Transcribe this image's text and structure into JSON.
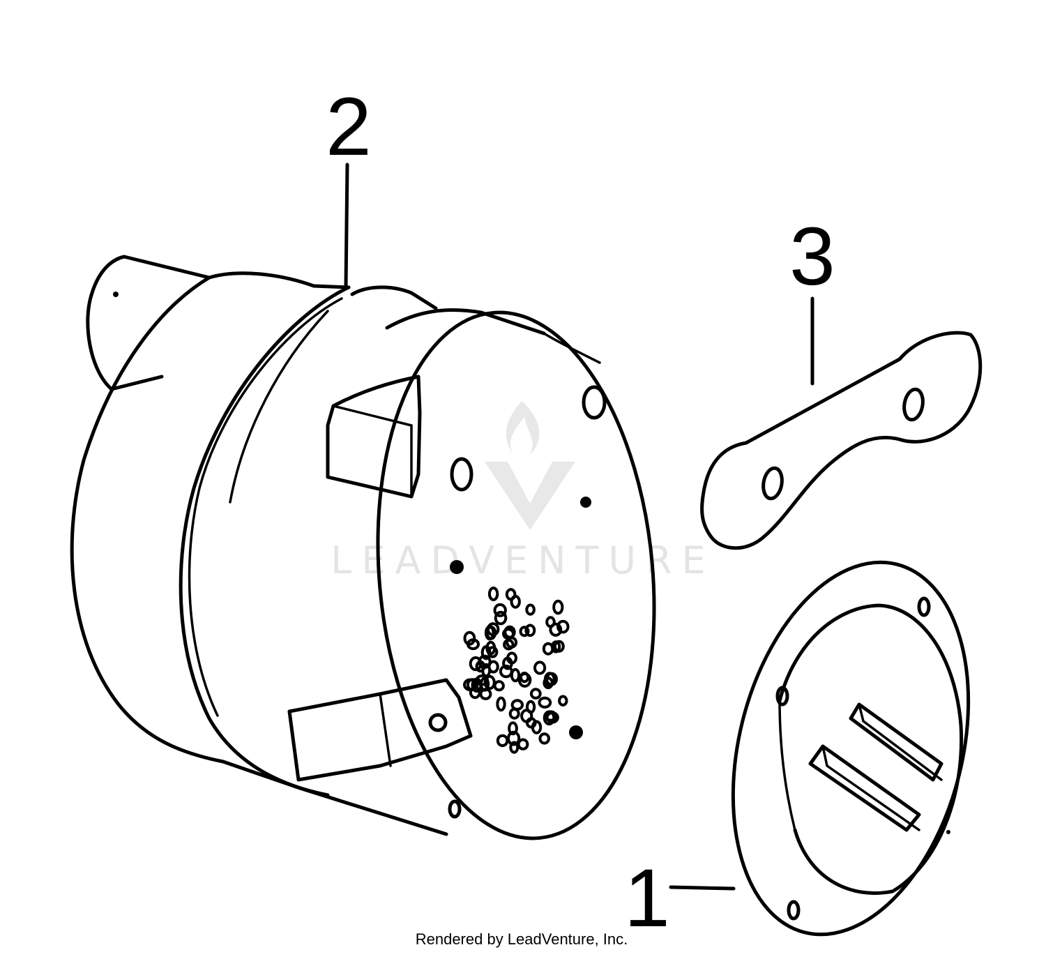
{
  "watermark": {
    "text": "LEADVENTURE"
  },
  "credit": "Rendered by LeadVenture, Inc.",
  "callouts": [
    {
      "label": "2"
    },
    {
      "label": "3"
    },
    {
      "label": "1"
    }
  ]
}
